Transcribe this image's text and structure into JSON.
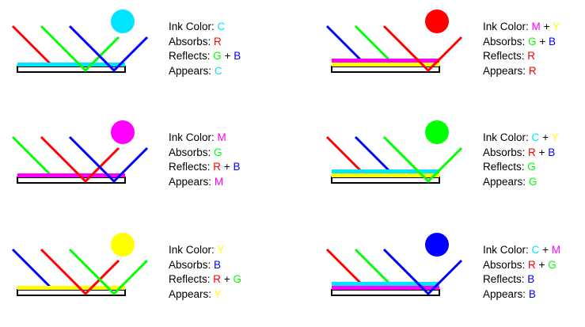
{
  "colors": {
    "C": "#00e5ff",
    "M": "#ff00ff",
    "Y": "#ffff00",
    "R": "#ff0000",
    "G": "#00ff00",
    "B": "#0000ff"
  },
  "labels": {
    "ink": "Ink Color:",
    "absorbs": "Absorbs:",
    "reflects": "Reflects:",
    "appears": "Appears:",
    "plus": "+"
  },
  "panels": [
    {
      "circle": "C",
      "layers": [
        "C"
      ],
      "rays": [
        {
          "color": "R",
          "reflected": false
        },
        {
          "color": "G",
          "reflected": true
        },
        {
          "color": "B",
          "reflected": true
        }
      ],
      "ink": [
        "C"
      ],
      "absorbs": [
        "R"
      ],
      "reflects": [
        "G",
        "B"
      ],
      "appears": [
        "C"
      ]
    },
    {
      "circle": "R",
      "layers": [
        "M",
        "Y"
      ],
      "rays": [
        {
          "color": "B",
          "reflected": false
        },
        {
          "color": "G",
          "reflected": false
        },
        {
          "color": "R",
          "reflected": true
        }
      ],
      "ink": [
        "M",
        "Y"
      ],
      "absorbs": [
        "G",
        "B"
      ],
      "reflects": [
        "R"
      ],
      "appears": [
        "R"
      ]
    },
    {
      "circle": "M",
      "layers": [
        "M"
      ],
      "rays": [
        {
          "color": "G",
          "reflected": false
        },
        {
          "color": "R",
          "reflected": true
        },
        {
          "color": "B",
          "reflected": true
        }
      ],
      "ink": [
        "M"
      ],
      "absorbs": [
        "G"
      ],
      "reflects": [
        "R",
        "B"
      ],
      "appears": [
        "M"
      ]
    },
    {
      "circle": "G",
      "layers": [
        "C",
        "Y"
      ],
      "rays": [
        {
          "color": "R",
          "reflected": false
        },
        {
          "color": "B",
          "reflected": false
        },
        {
          "color": "G",
          "reflected": true
        }
      ],
      "ink": [
        "C",
        "Y"
      ],
      "absorbs": [
        "R",
        "B"
      ],
      "reflects": [
        "G"
      ],
      "appears": [
        "G"
      ]
    },
    {
      "circle": "Y",
      "layers": [
        "Y"
      ],
      "rays": [
        {
          "color": "B",
          "reflected": false
        },
        {
          "color": "R",
          "reflected": true
        },
        {
          "color": "G",
          "reflected": true
        }
      ],
      "ink": [
        "Y"
      ],
      "absorbs": [
        "B"
      ],
      "reflects": [
        "R",
        "G"
      ],
      "appears": [
        "Y"
      ]
    },
    {
      "circle": "B",
      "layers": [
        "C",
        "M"
      ],
      "rays": [
        {
          "color": "R",
          "reflected": false
        },
        {
          "color": "G",
          "reflected": false
        },
        {
          "color": "B",
          "reflected": true
        }
      ],
      "ink": [
        "C",
        "M"
      ],
      "absorbs": [
        "R",
        "G"
      ],
      "reflects": [
        "B"
      ],
      "appears": [
        "B"
      ]
    }
  ]
}
